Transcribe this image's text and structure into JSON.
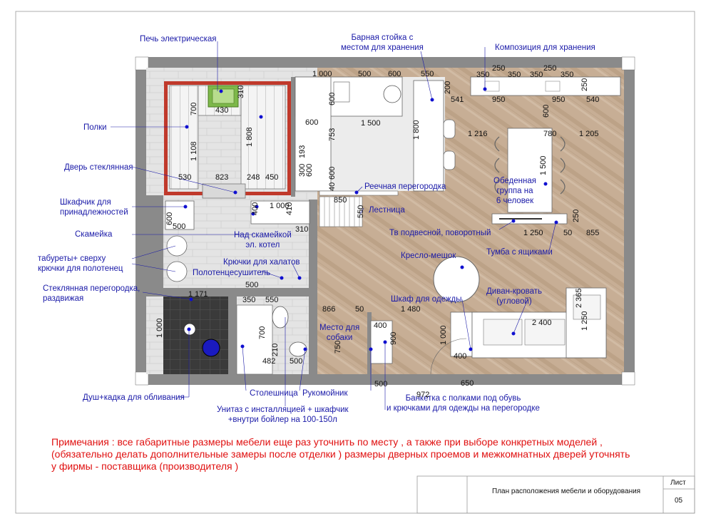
{
  "labels": {
    "stove": "Печь электрическая",
    "shelves": "Полки",
    "glass_door": "Дверь стеклянная",
    "cabinet_line1": "Шкафчик для",
    "cabinet_line2": "принадлежностей",
    "bench": "Скамейка",
    "stools_line1": "табуреты+ сверху",
    "stools_line2": "крючки для полотенец",
    "glass_partition_line1": "Стеклянная перегородка,",
    "glass_partition_line2": "раздвижая",
    "shower": "Душ+кадка для обливания",
    "above_bench_line1": "Над скамейкой",
    "above_bench_line2": "эл. котел",
    "robe_hooks": "Крючки для халатов",
    "towel_dryer": "Полотенцесушитель",
    "countertop": "Столешница",
    "washbasin": "Рукомойник",
    "toilet_line1": "Унитаз с инсталляцией + шкафчик",
    "toilet_line2": "+внутри бойлер на 100-150л",
    "bar_line1": "Барная стойка с",
    "bar_line2": "местом для хранения",
    "storage_composition": "Композиция для хранения",
    "slat_partition": "Реечная перегородка",
    "stairs": "Лестница",
    "dining_line1": "Обеденная",
    "dining_line2": "группа на",
    "dining_line3": "6 человек",
    "tv": "Тв подвесной, поворотный",
    "tv_stand": "Тумба с ящиками",
    "beanbag": "Кресло-мешок",
    "wardrobe": "Шкаф для одежды",
    "sofa_line1": "Диван-кровать",
    "sofa_line2": "(угловой)",
    "dog_line1": "Место для",
    "dog_line2": "собаки",
    "bench_shoes_line1": "Банкетка с полками под обувь",
    "bench_shoes_line2": "и крючками для одежды на перегородке"
  },
  "dimensions": {
    "d1000a": "1 000",
    "d500a": "500",
    "d600a": "600",
    "d550a": "550",
    "d200": "200",
    "d250a": "250",
    "d250b": "250",
    "d350a": "350",
    "d350b": "350",
    "d350c": "350",
    "d350d": "350",
    "d250c": "250",
    "d541": "541",
    "d950a": "950",
    "d950b": "950",
    "d540": "540",
    "d430": "430",
    "d310a": "310",
    "d700a": "700",
    "d1808": "1 808",
    "d1108": "1 108",
    "d530": "530",
    "d823": "823",
    "d248": "248",
    "d450": "450",
    "d600b": "600",
    "d1500a": "1 500",
    "d1800": "1 800",
    "d753": "753",
    "d193": "193",
    "d300": "300",
    "d600c": "600",
    "d40": "40",
    "d600d": "600",
    "d600e": "600",
    "d1216": "1 216",
    "d780": "780",
    "d1205": "1 205",
    "d1500b": "1 500",
    "d600f": "600",
    "d400a": "400",
    "d1000b": "1 000",
    "d410": "410",
    "d310b": "310",
    "d600g": "600",
    "d500b": "500",
    "d850": "850",
    "d550b": "550",
    "d1250a": "1 250",
    "d50a": "50",
    "d855": "855",
    "d250d": "250",
    "d500c": "500",
    "d1171": "1 171",
    "d350e": "350",
    "d550c": "550",
    "d1000c": "1 000",
    "d700b": "700",
    "d210": "210",
    "d482": "482",
    "d500d": "500",
    "d866": "866",
    "d50b": "50",
    "d400b": "400",
    "d900": "900",
    "d750": "750",
    "d1480": "1 480",
    "d1000d": "1 000",
    "d400c": "400",
    "d2365": "2 365",
    "d1250b": "1 250",
    "d2400": "2 400",
    "d500e": "500",
    "d972": "972",
    "d650": "650"
  },
  "notes": {
    "line1": "Примечания : все габаритные размеры мебели еще раз уточнить по месту    , а также при выборе конкретных моделей   ,",
    "line2": "(обязательно делать дополнительные замеры после отделки     ) размеры дверных проемов и межкомнатных дверей уточнять",
    "line3": "у фирмы  - поставщика (производителя )"
  },
  "title_block": {
    "title": "План расположения мебели и оборудования",
    "sheet_label": "Лист",
    "sheet_number": "05"
  },
  "colors": {
    "label_blue": "#1a1aa8",
    "note_red": "#e01010",
    "wall_gray": "#8a8a8a",
    "floor_wood": "#c4ab92",
    "tile_light": "#e2e2e2",
    "sauna_red": "#c0392b",
    "marker_blue": "#1010d0"
  }
}
